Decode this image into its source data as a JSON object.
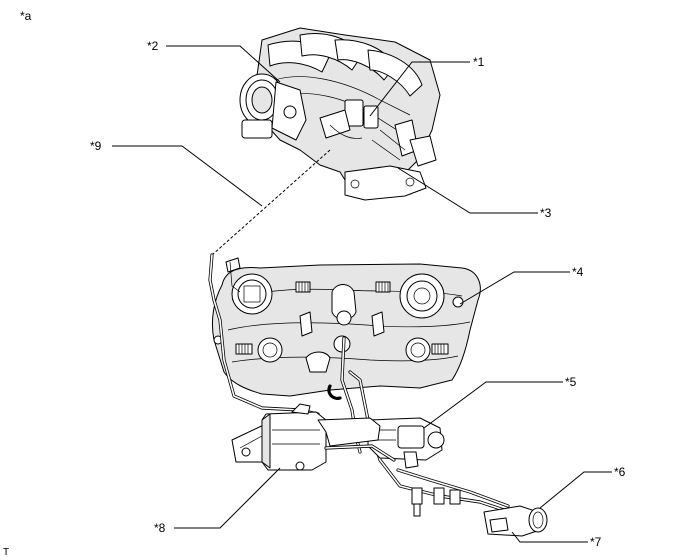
{
  "figure": {
    "view_label": "*a",
    "corner_mark": "T"
  },
  "callouts": [
    {
      "id": "c1",
      "text": "*1"
    },
    {
      "id": "c2",
      "text": "*2"
    },
    {
      "id": "c3",
      "text": "*3"
    },
    {
      "id": "c4",
      "text": "*4"
    },
    {
      "id": "c5",
      "text": "*5"
    },
    {
      "id": "c6",
      "text": "*6"
    },
    {
      "id": "c7",
      "text": "*7"
    },
    {
      "id": "c8",
      "text": "*8"
    },
    {
      "id": "c9",
      "text": "*9"
    }
  ]
}
